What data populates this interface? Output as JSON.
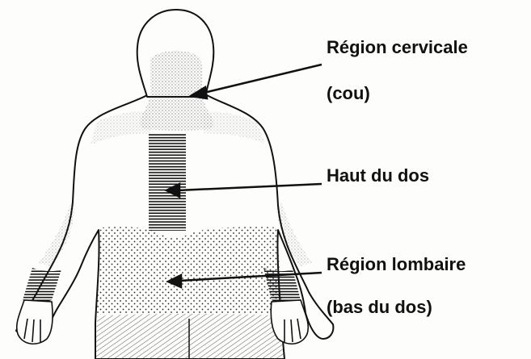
{
  "labels": {
    "cervical_line1": "Région cervicale",
    "cervical_line2": "(cou)",
    "upper_back": "Haut du dos",
    "lumbar_line1": "Région lombaire",
    "lumbar_line2": "(bas du dos)"
  },
  "colors": {
    "ink": "#111111",
    "paper": "#fdfdfb"
  }
}
